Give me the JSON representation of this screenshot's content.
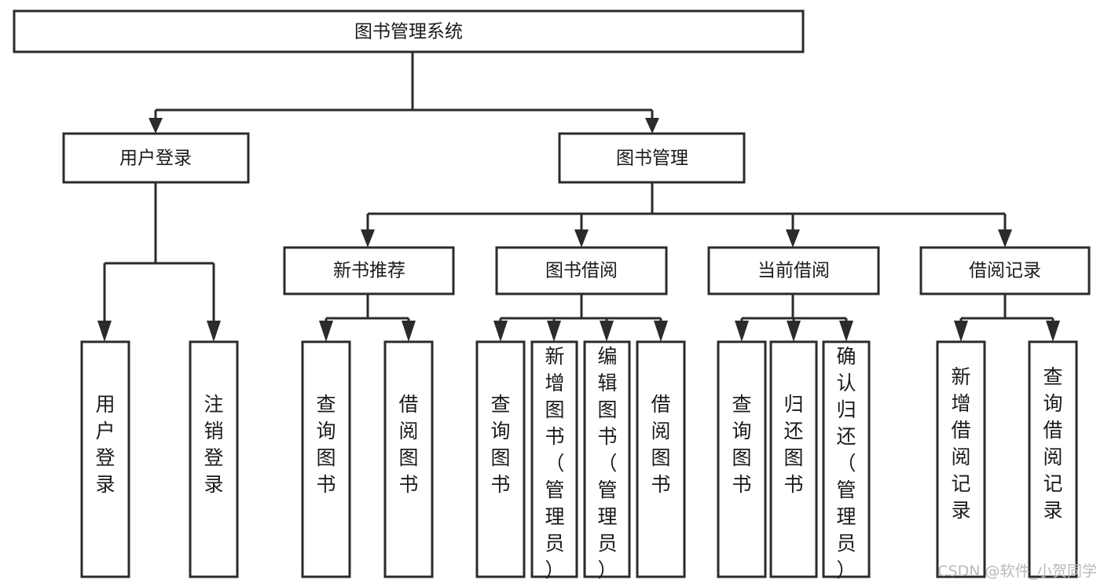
{
  "diagram": {
    "title": "图书管理系统",
    "type": "hierarchy-tree",
    "levels": 3,
    "colors": {
      "box_fill": "#ffffff",
      "box_stroke": "#2b2b2b",
      "text": "#1a1a1a",
      "watermark": "#b9b9b9",
      "background": "#ffffff"
    }
  },
  "root": {
    "label": "图书管理系统"
  },
  "level2": [
    {
      "label": "用户登录"
    },
    {
      "label": "图书管理"
    }
  ],
  "level3": [
    {
      "label": "新书推荐"
    },
    {
      "label": "图书借阅"
    },
    {
      "label": "当前借阅"
    },
    {
      "label": "借阅记录"
    }
  ],
  "leaves": {
    "user_login": [
      {
        "label": "用户登录"
      },
      {
        "label": "注销登录"
      }
    ],
    "new_book_recommend": [
      {
        "label": "查询图书"
      },
      {
        "label": "借阅图书"
      }
    ],
    "book_borrow": [
      {
        "label": "查询图书"
      },
      {
        "label": "新增图书（管理员）"
      },
      {
        "label": "编辑图书（管理员）"
      },
      {
        "label": "借阅图书"
      }
    ],
    "current_borrow": [
      {
        "label": "查询图书"
      },
      {
        "label": "归还图书"
      },
      {
        "label": "确认归还（管理员）"
      }
    ],
    "borrow_record": [
      {
        "label": "新增借阅记录"
      },
      {
        "label": "查询借阅记录"
      }
    ]
  },
  "watermark": {
    "text": "CSDN @软件_小贺同学"
  }
}
